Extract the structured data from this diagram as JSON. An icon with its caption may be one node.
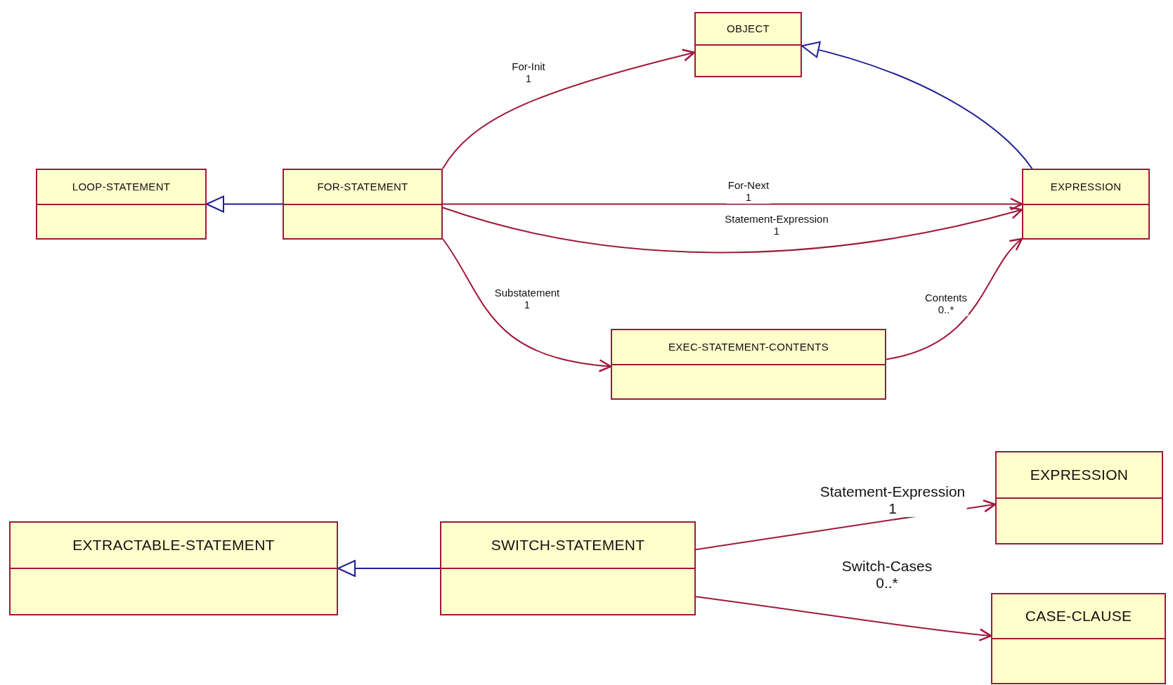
{
  "diagram": {
    "nodes": [
      {
        "text": [
          "OBJECT"
        ]
      },
      {
        "text": [
          "LOOP-STATEMENT"
        ]
      },
      {
        "text": [
          "FOR-STATEMENT"
        ]
      },
      {
        "text": [
          "EXPRESSION"
        ]
      },
      {
        "text": [
          "EXEC-STATEMENT-CONTENTS"
        ]
      },
      {
        "text": [
          "EXPRESSION"
        ]
      },
      {
        "text": [
          "EXTRACTABLE-STATEMENT"
        ]
      },
      {
        "text": [
          "SWITCH-STATEMENT"
        ]
      },
      {
        "text": [
          "CASE-CLAUSE"
        ]
      }
    ],
    "edges": [
      {
        "from": 2,
        "to": 0,
        "arrow": "to",
        "label": "For-Init 1"
      },
      {
        "from": 3,
        "to": 0,
        "arrow": "to",
        "color": "#1f1f96"
      },
      {
        "from": 2,
        "to": 1,
        "arrow": "to",
        "color": "#1f1f96"
      },
      {
        "from": 2,
        "to": 3,
        "arrow": "to",
        "label": "For-Next 1"
      },
      {
        "from": 2,
        "to": 3,
        "arrow": "to",
        "label": "Statement-Expression 1"
      },
      {
        "from": 2,
        "to": 4,
        "arrow": "to",
        "label": "Substatement 1"
      },
      {
        "from": 4,
        "to": 3,
        "arrow": "to",
        "label": "Contents 0..*"
      },
      {
        "from": 7,
        "to": 6,
        "arrow": "to",
        "color": "#1f1f96"
      },
      {
        "from": 7,
        "to": 5,
        "arrow": "to",
        "label": "Statement-Expression 1"
      },
      {
        "from": 7,
        "to": 8,
        "arrow": "to",
        "label": "Switch-Cases 0..*"
      }
    ]
  }
}
